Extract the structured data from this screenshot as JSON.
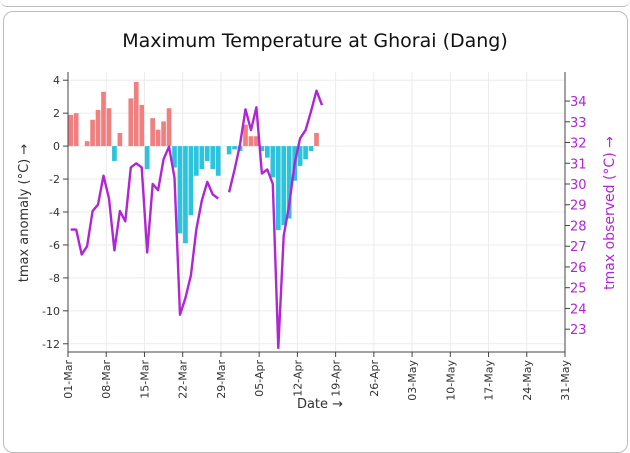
{
  "chart_data": {
    "type": "bar+line",
    "title": "Maximum Temperature at Ghorai (Dang)",
    "xlabel": "Date →",
    "ylabel_left": "tmax anomaly (°C) →",
    "ylabel_right": "tmax observed (°C) →",
    "ylim_left": [
      -12.5,
      4.5
    ],
    "ylim_right": [
      21.9,
      35.4
    ],
    "yticks_left": [
      4,
      2,
      0,
      -2,
      -4,
      -6,
      -8,
      -10,
      -12
    ],
    "yticks_right": [
      34,
      33,
      32,
      31,
      30,
      29,
      28,
      27,
      26,
      25,
      24,
      23
    ],
    "xticks": [
      "01-Mar",
      "08-Mar",
      "15-Mar",
      "22-Mar",
      "29-Mar",
      "05-Apr",
      "12-Apr",
      "19-Apr",
      "26-Apr",
      "03-May",
      "10-May",
      "17-May",
      "24-May",
      "31-May"
    ],
    "x_range_days": [
      0,
      91
    ],
    "colors": {
      "positive": "#f08080",
      "negative": "#2bc4dc",
      "line": "#b026d4"
    },
    "anomaly_series": {
      "name": "tmax anomaly",
      "days": [
        0,
        1,
        2,
        3,
        4,
        5,
        6,
        7,
        8,
        9,
        10,
        11,
        12,
        13,
        14,
        15,
        16,
        17,
        18,
        19,
        20,
        21,
        22,
        23,
        24,
        25,
        26,
        27,
        28,
        29,
        30,
        31,
        32,
        33,
        34,
        35,
        36,
        37,
        38,
        39,
        40,
        41,
        42,
        43,
        44,
        45,
        46
      ],
      "values": [
        1.9,
        2.0,
        0.0,
        0.3,
        1.6,
        2.2,
        3.3,
        2.3,
        -0.9,
        0.8,
        0.0,
        2.9,
        3.9,
        2.5,
        -1.4,
        1.7,
        1.0,
        1.5,
        2.3,
        -1.3,
        -5.3,
        -5.9,
        -4.2,
        -1.8,
        -1.4,
        -0.9,
        -1.4,
        -1.8,
        0.0,
        -0.5,
        -0.2,
        -0.3,
        1.3,
        0.6,
        0.6,
        -0.3,
        -0.7,
        -1.9,
        -5.1,
        -4.8,
        -4.4,
        -2.1,
        -1.2,
        -0.8,
        -0.3,
        0.8,
        0.0
      ]
    },
    "observed_series": {
      "name": "tmax observed",
      "segments": [
        {
          "days": [
            0,
            1,
            2,
            3,
            4,
            5,
            6,
            7,
            8,
            9,
            10,
            11,
            12,
            13,
            14,
            15,
            16,
            17,
            18,
            19,
            20,
            21,
            22,
            23,
            24,
            25,
            26,
            27
          ],
          "values": [
            27.8,
            27.8,
            26.6,
            27.0,
            28.7,
            29.0,
            30.4,
            29.3,
            26.8,
            28.7,
            28.2,
            30.8,
            31.0,
            30.8,
            26.7,
            30.0,
            29.7,
            31.2,
            31.8,
            30.3,
            23.7,
            24.5,
            25.6,
            27.8,
            29.2,
            30.1,
            29.5,
            29.3
          ]
        },
        {
          "days": [
            29,
            30,
            31,
            32,
            33,
            34,
            35,
            36,
            37,
            38,
            39,
            40,
            41,
            42,
            43,
            44,
            45,
            46
          ],
          "values": [
            29.6,
            30.7,
            31.9,
            33.6,
            32.6,
            33.7,
            30.5,
            30.7,
            30.0,
            22.1,
            27.5,
            29.0,
            31.0,
            32.2,
            32.6,
            33.5,
            34.5,
            33.8
          ]
        }
      ]
    }
  }
}
